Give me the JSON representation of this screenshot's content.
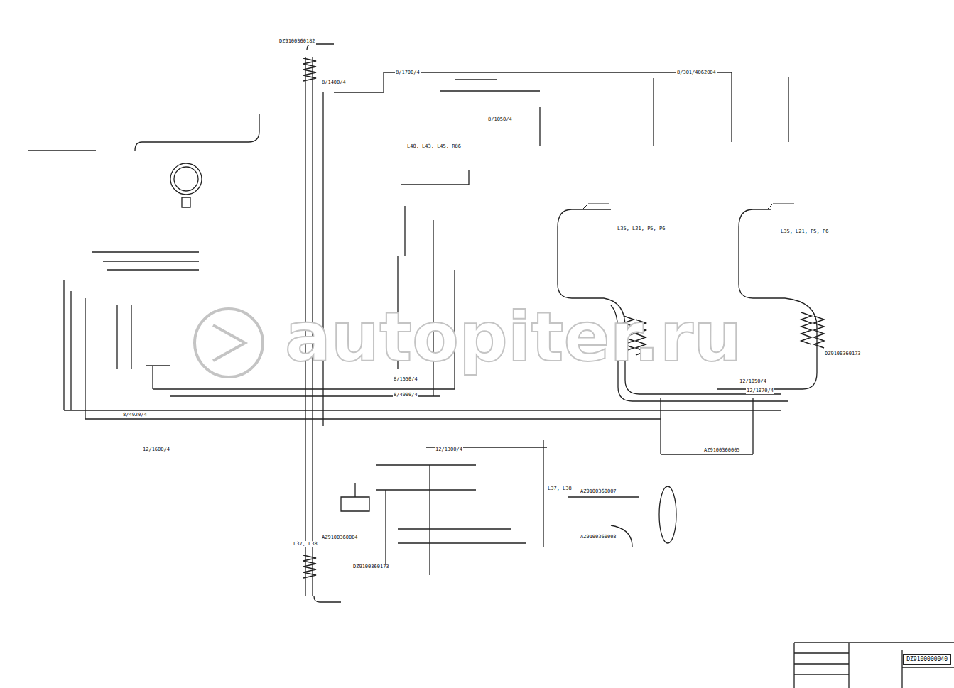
{
  "diagram": {
    "nodes": [
      {
        "text": [
          "DZ9100000040"
        ]
      }
    ],
    "labels": [
      "autopiter.ru",
      "DZ9100360182",
      "8/1400/4",
      "8/1700/4",
      "8/1050/4",
      "8/301/4062004",
      "L40, L43, L45, R86",
      "L35, L21, P5, P6",
      "L35, L21, P5, P6",
      "8/1550/4",
      "8/4900/4",
      "8/4920/4",
      "12/1300/4",
      "12/1600/4",
      "12/1050/4",
      "12/1070/4",
      "DZ9100360173",
      "AZ9100360005",
      "AZ9100360007",
      "AZ9100360003",
      "AZ9100360004",
      "L37, L38",
      "L37, L38",
      "DZ9100360173"
    ]
  }
}
